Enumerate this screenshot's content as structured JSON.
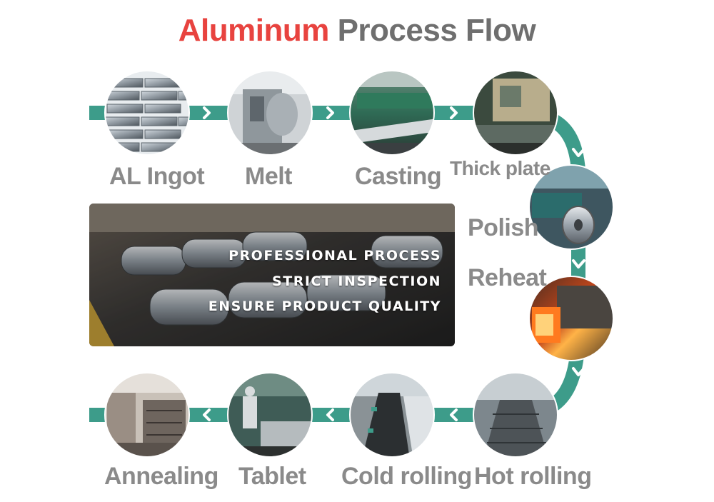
{
  "title": {
    "accent": "Aluminum",
    "rest": "Process Flow"
  },
  "steps": [
    {
      "label": "AL Ingot",
      "icon": "aluminum-ingots-photo"
    },
    {
      "label": "Melt",
      "icon": "melting-furnace-photo"
    },
    {
      "label": "Casting",
      "icon": "casting-machine-photo"
    },
    {
      "label": "Thick plate",
      "icon": "thick-plate-photo"
    },
    {
      "label": "Polish",
      "icon": "polishing-photo"
    },
    {
      "label": "Reheat",
      "icon": "reheat-furnace-photo"
    },
    {
      "label": "Hot rolling",
      "icon": "hot-rolling-mill-photo"
    },
    {
      "label": "Cold rolling",
      "icon": "cold-rolling-mill-photo"
    },
    {
      "label": "Tablet",
      "icon": "tablet-cutting-photo"
    },
    {
      "label": "Annealing",
      "icon": "annealing-furnace-photo"
    }
  ],
  "banner": {
    "lines": [
      "PROFESSIONAL PROCESS",
      "STRICT INSPECTION",
      "ENSURE PRODUCT QUALITY"
    ],
    "image": "aluminum-coils-photo"
  },
  "colors": {
    "flow": "#3d9c8a",
    "title_accent": "#e8433f",
    "title_rest": "#6f6f6f",
    "label": "#8a8a8a"
  }
}
